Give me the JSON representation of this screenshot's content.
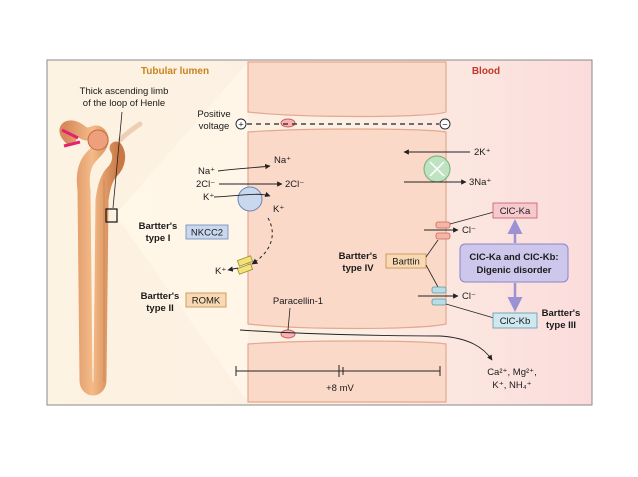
{
  "headers": {
    "lumen": "Tubular lumen",
    "blood": "Blood"
  },
  "labels": {
    "thick_limb_line1": "Thick ascending limb",
    "thick_limb_line2": "of the loop of Henle",
    "positive_voltage_line1": "Positive",
    "positive_voltage_line2": "voltage",
    "plus_sign": "+",
    "minus_sign": "−",
    "paracellin": "Paracellin-1",
    "voltage_value": "+8 mV",
    "divalent_line1": "Ca²⁺, Mg²⁺,",
    "divalent_line2": "K⁺, NH₄⁺"
  },
  "ions": {
    "na_in": "Na⁺",
    "cl_in": "2Cl⁻",
    "k_in": "K⁺",
    "na_out": "Na⁺",
    "cl_out": "2Cl⁻",
    "k_out": "K⁺",
    "k_romk": "K⁺",
    "k_pump": "2K⁺",
    "na_pump": "3Na⁺",
    "cl_ka": "Cl⁻",
    "cl_kb": "Cl⁻"
  },
  "proteins": {
    "nkcc2": "NKCC2",
    "romk": "ROMK",
    "barttin": "Barttin",
    "clc_ka": "ClC-Ka",
    "clc_kb": "ClC-Kb",
    "digenic_line1": "ClC-Ka and ClC-Kb:",
    "digenic_line2": "Digenic disorder"
  },
  "bartter": {
    "type1_line1": "Bartter's",
    "type1_line2": "type I",
    "type2_line1": "Bartter's",
    "type2_line2": "type II",
    "type3_line1": "Bartter's",
    "type3_line2": "type III",
    "type4_line1": "Bartter's",
    "type4_line2": "type IV"
  },
  "colors": {
    "lumen_bg": "#fbeed9",
    "blood_bg": "#fce3e3",
    "cell_fill": "#fbd9c8",
    "cell_stroke": "#e4a890",
    "header_color": "#c8841f",
    "blood_color": "#c0392b",
    "nkcc2_box": "#c9d8ef",
    "romk_box": "#f8d9b4",
    "barttin_box": "#f8d9b4",
    "clc_ka_box": "#f6c9cf",
    "clc_kb_box": "#cfe7ee",
    "digenic_box": "#cec7ec",
    "pump_green": "#bfe3c2"
  }
}
